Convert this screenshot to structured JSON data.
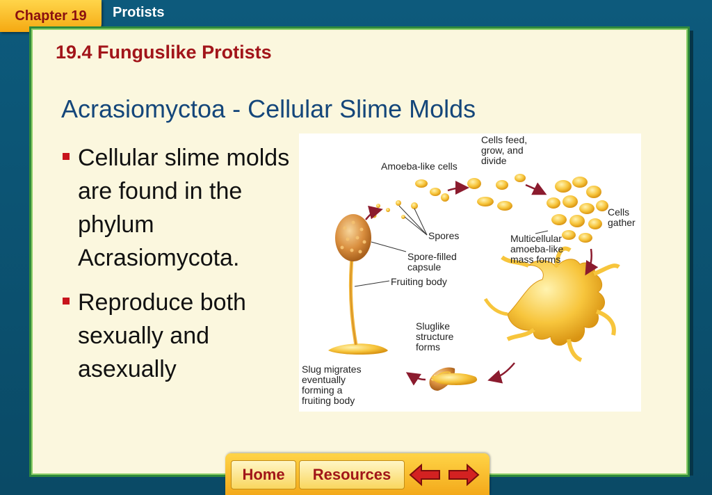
{
  "header": {
    "chapter_label": "Chapter 19",
    "section_label": "Protists"
  },
  "slide": {
    "subtitle": "19.4 Funguslike Protists",
    "title": "Acrasiomyctoa - Cellular Slime Molds",
    "bullets": [
      "Cellular slime molds are found in the phylum Acrasiomycota.",
      "Reproduce both sexually and asexually"
    ]
  },
  "figure": {
    "labels": {
      "amoeba_like_cells": "Amoeba-like cells",
      "cells_feed": "Cells feed,\ngrow, and\ndivide",
      "cells_gather": "Cells\ngather",
      "spores": "Spores",
      "multicellular": "Multicellular\namoeba-like\nmass forms",
      "spore_filled_capsule": "Spore-filled\ncapsule",
      "fruiting_body": "Fruiting body",
      "sluglike": "Sluglike\nstructure\nforms",
      "slug_migrates": "Slug migrates\neventually\nforming a\nfruiting body"
    }
  },
  "nav": {
    "home_label": "Home",
    "resources_label": "Resources",
    "prev_icon": "left-arrow-icon",
    "next_icon": "right-arrow-icon"
  },
  "colors": {
    "chapter_tab": "#f5b820",
    "panel_bg": "#fbf7de",
    "panel_border": "#2f8a3c",
    "subtitle": "#a2151a",
    "title": "#14467a",
    "bullet_marker": "#c8141c",
    "cell_yellow": "#f7c53c",
    "arrow_maroon": "#8b1b2e"
  }
}
